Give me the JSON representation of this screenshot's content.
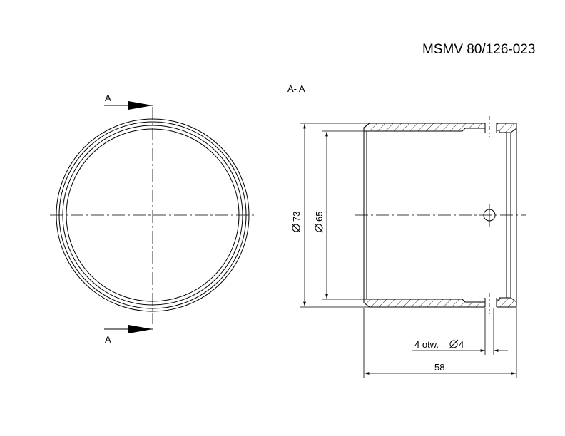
{
  "title_block": {
    "part_number": "MSMV 80/126-023"
  },
  "front_view": {
    "section_mark_top": "A",
    "section_mark_bottom": "A"
  },
  "section_view": {
    "label": "A- A",
    "dim_outer": "73",
    "dim_inner": "65",
    "dim_holes": "4 otw.",
    "dim_hole_diam": "4",
    "dim_length": "58"
  }
}
